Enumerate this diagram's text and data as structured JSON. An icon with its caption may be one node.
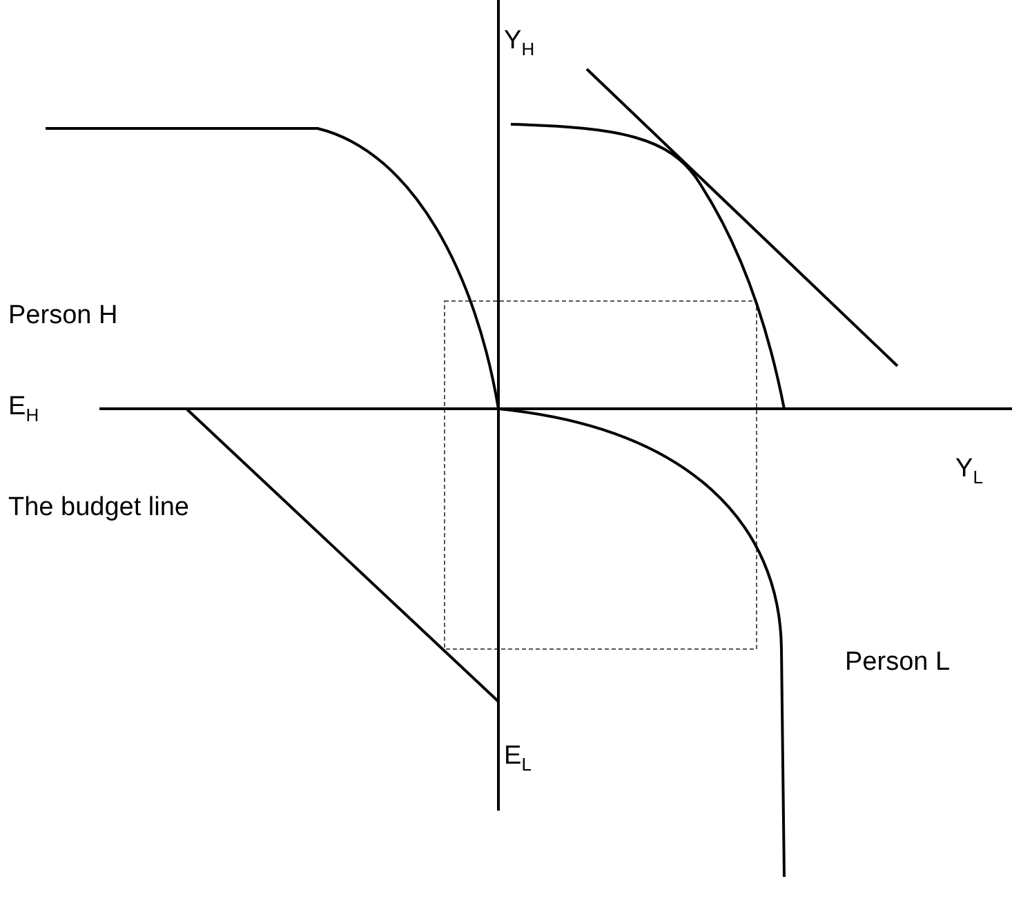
{
  "diagram": {
    "labels": [
      "Y$_{H}$",
      "Person H",
      "E$_{H}$",
      "Y$_{L}$",
      "The budget line",
      "Person L",
      "E$_{L}$"
    ]
  }
}
